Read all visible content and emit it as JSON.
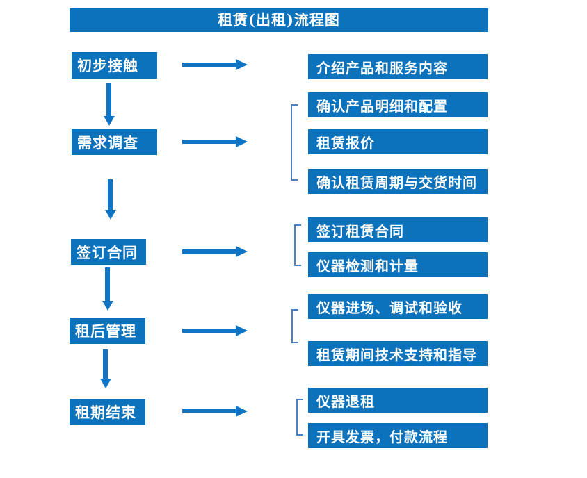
{
  "title": "租赁(出租)流程图",
  "colors": {
    "box": "#0d72bc",
    "arrow": "#0f74c4",
    "bracket": "#4e7fc1",
    "text_on_box": "#ffffff",
    "background": "#ffffff"
  },
  "stages": [
    {
      "label": "初步接触",
      "outputs": [
        "介绍产品和服务内容"
      ]
    },
    {
      "label": "需求调查",
      "outputs": [
        "确认产品明细和配置",
        "租赁报价",
        "确认租赁周期与交货时间"
      ]
    },
    {
      "label": "签订合同",
      "outputs": [
        "签订租赁合同",
        "仪器检测和计量"
      ]
    },
    {
      "label": "租后管理",
      "outputs": [
        "仪器进场、调试和验收",
        "租赁期间技术支持和指导"
      ]
    },
    {
      "label": "租期结束",
      "outputs": [
        "仪器退租",
        "开具发票，付款流程"
      ]
    }
  ]
}
